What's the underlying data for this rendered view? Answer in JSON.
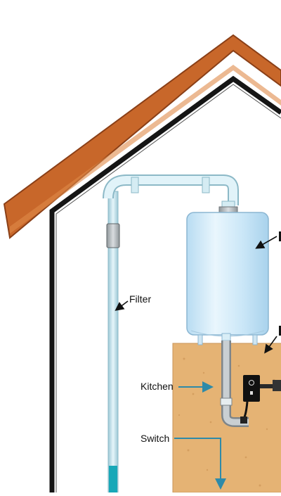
{
  "labels": {
    "filter": "Filter",
    "kitchen": "Kitchen",
    "switch": "Switch"
  },
  "colors": {
    "roof": "#c8672a",
    "roof_dark": "#8a3f17",
    "wall": "#1a1a1a",
    "pipe": "#c6e3ec",
    "pipe_edge": "#8cb9c7",
    "tank": "#cde8f8",
    "tank_edge": "#8bb6d2",
    "cabinet": "#e5b374",
    "water": "#18a8b8",
    "arrow": "#2e8aa8",
    "switch_box": "#111111"
  },
  "icons": [
    "filter-cartridge-icon",
    "water-heater-tank-icon",
    "switch-box-icon"
  ]
}
